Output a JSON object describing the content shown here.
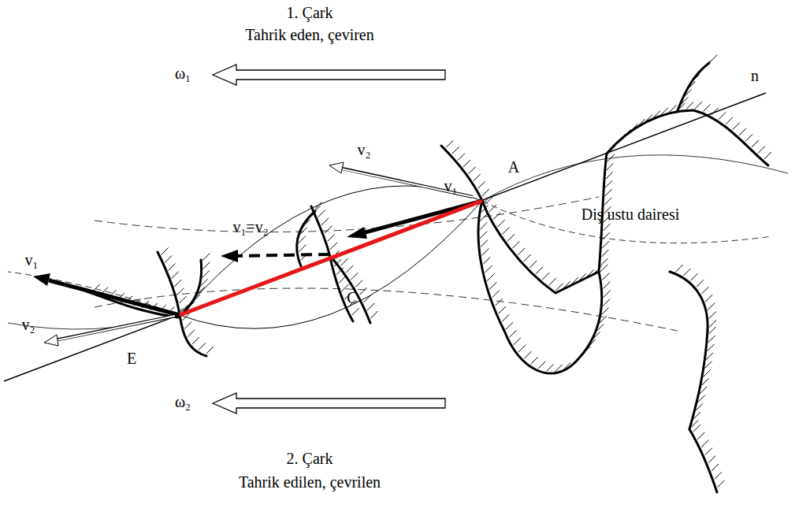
{
  "diagram": {
    "labels": [
      "1. Çark",
      "Tahrik eden, çeviren",
      "ω₁",
      "n",
      "v₂",
      "A",
      "v₁",
      "Diş ustu dairesi",
      "v₁=v₂",
      "C",
      "v₁",
      "v₂",
      "E",
      "ω₂",
      "2. Çark",
      "Tahrik edilen, çevrilen"
    ]
  }
}
